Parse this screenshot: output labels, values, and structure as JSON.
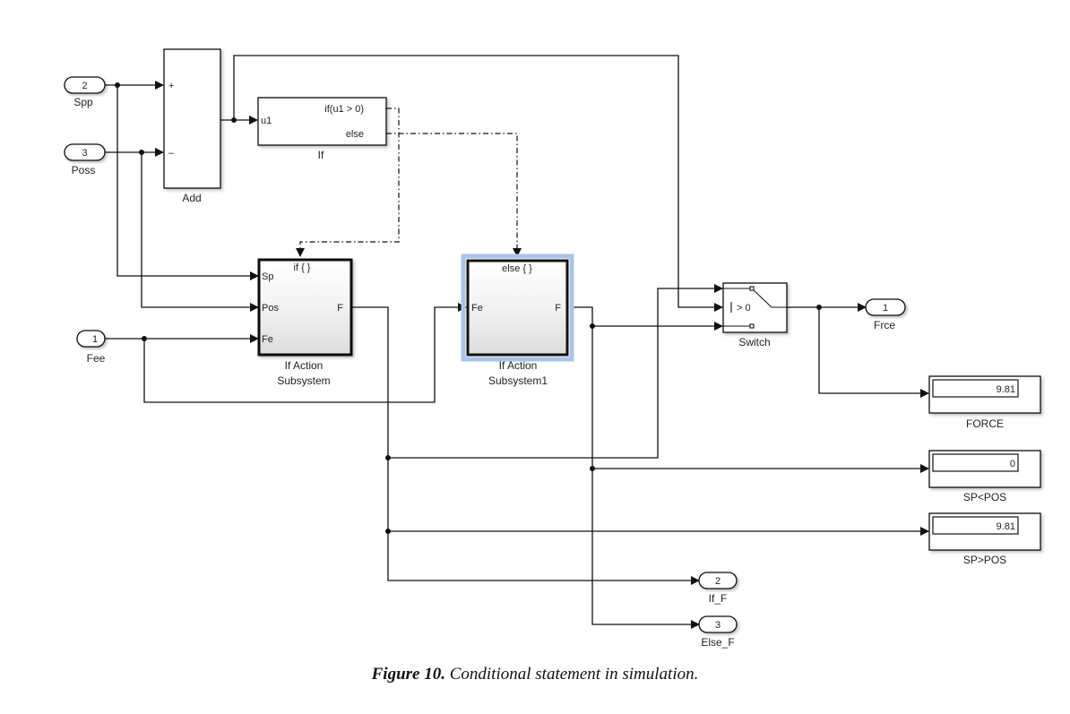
{
  "figure": {
    "caption_number": "Figure 10.",
    "caption_text": " Conditional statement in simulation."
  },
  "inports": [
    {
      "id": "spp",
      "number": "2",
      "label": "Spp"
    },
    {
      "id": "poss",
      "number": "3",
      "label": "Poss"
    },
    {
      "id": "fee",
      "number": "1",
      "label": "Fee"
    }
  ],
  "outports": [
    {
      "id": "frce",
      "number": "1",
      "label": "Frce"
    },
    {
      "id": "if_f",
      "number": "2",
      "label": "If_F"
    },
    {
      "id": "else_f",
      "number": "3",
      "label": "Else_F"
    }
  ],
  "add_block": {
    "label": "Add",
    "signs": [
      "+",
      "–"
    ]
  },
  "if_block": {
    "label": "If",
    "input": "u1",
    "outputs": [
      "if(u1 > 0)",
      "else"
    ]
  },
  "if_action_subsystem": {
    "label_line1": "If Action",
    "label_line2": "Subsystem",
    "action_port": "if { }",
    "inputs": [
      "Sp",
      "Pos",
      "Fe"
    ],
    "output": "F"
  },
  "if_action_subsystem1": {
    "label_line1": "If Action",
    "label_line2": "Subsystem1",
    "action_port": "else { }",
    "inputs": [
      "Fe"
    ],
    "output": "F"
  },
  "switch_block": {
    "label": "Switch",
    "threshold": "> 0"
  },
  "displays": [
    {
      "id": "force",
      "label": "FORCE",
      "value": "9.81"
    },
    {
      "id": "sp_lt_pos",
      "label": "SP<POS",
      "value": "0"
    },
    {
      "id": "sp_gt_pos",
      "label": "SP>POS",
      "value": "9.81"
    }
  ],
  "colors": {
    "line": "#111111",
    "selection_highlight": "#a9c4e8",
    "subsystem_gradient_bottom": "#dcdcdc"
  }
}
